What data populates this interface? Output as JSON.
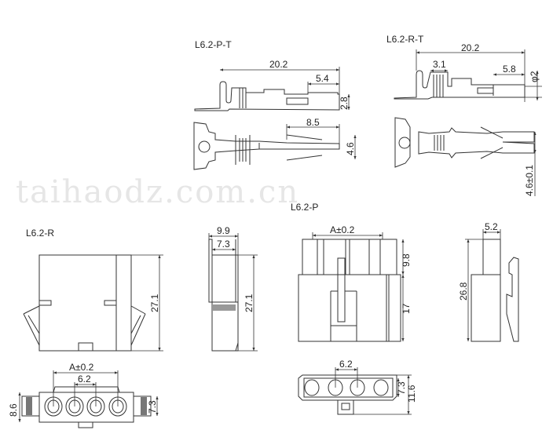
{
  "watermark": "taihaodz.com.cn",
  "parts": {
    "p_terminal": {
      "title": "L6.2-P-T",
      "dims": {
        "length": "20.2",
        "tip": "5.4",
        "height": "2.8",
        "slot": "8.5",
        "width": "4.6"
      }
    },
    "r_terminal": {
      "title": "L6.2-R-T",
      "dims": {
        "length": "20.2",
        "crimp": "3.1",
        "tip": "5.8",
        "dia": "φ2",
        "width": "4.6±0.1"
      }
    },
    "r_housing": {
      "title": "L6.2-R",
      "dims": {
        "height": "27.1",
        "side_outer": "9.9",
        "side_inner": "7.3",
        "side_height": "27.1",
        "pitch_a": "A±0.2",
        "pitch": "6.2",
        "end_height": "8.6",
        "end_inner": "7.3"
      }
    },
    "p_housing": {
      "title": "L6.2-P",
      "dims": {
        "pitch_a": "A±0.2",
        "upper": "9.8",
        "lower": "17",
        "side_width": "5.2",
        "side_height": "26.8",
        "pitch": "6.2",
        "end_inner": "7.3",
        "end_outer": "11.6"
      }
    }
  }
}
